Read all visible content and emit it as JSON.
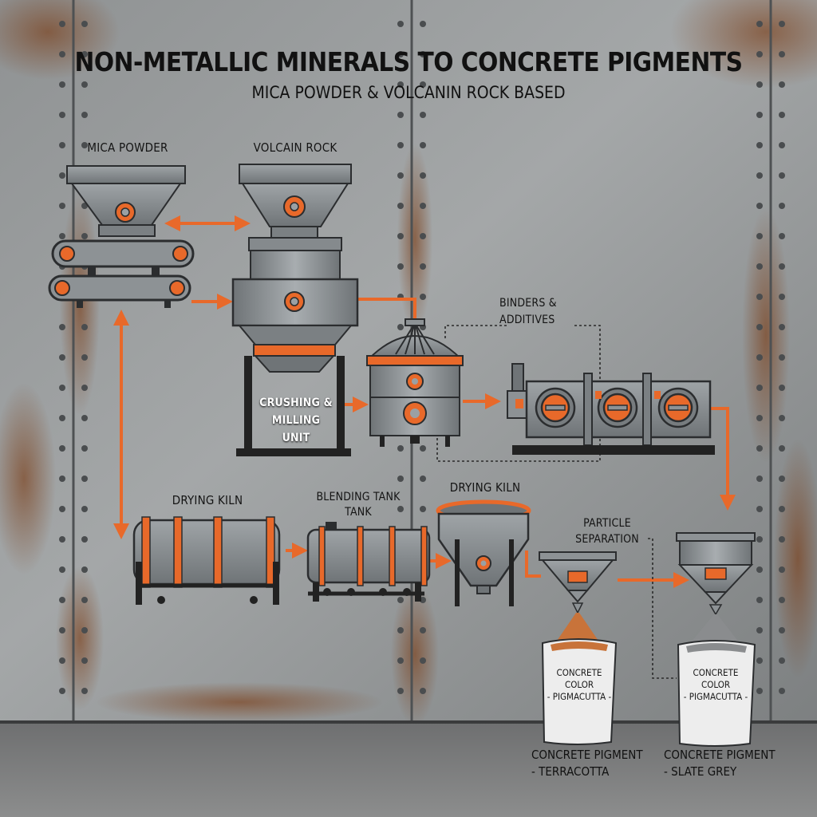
{
  "title": "NON-METALLIC MINERALS TO CONCRETE PIGMENTS",
  "subtitle": "MICA POWDER & VOLCANIN ROCK BASED",
  "labels": {
    "mica_powder": "MICA POWDER",
    "volcanic_rock": "VOLCAIN ROCK",
    "crushing": "CRUSHING &\nMILLING\nUNIT",
    "binders": "BINDERS &\nADDITIVES",
    "drying_kiln_1": "DRYING KILN",
    "blending_tank": "BLENDING TANK\nTANK",
    "drying_kiln_2": "DRYING KILN",
    "particle_separation": "PARTICLE\nSEPARATION"
  },
  "bags": [
    {
      "text": "CONCRETE\nCOLOR\n- PIGMACUTTA -",
      "output": "CONCRETE PIGMENT\n- TERRACOTTA"
    },
    {
      "text": "CONCRETE\nCOLOR\n- PIGMACUTTA -",
      "output": "CONCRETE PIGMENT\n- SLATE GREY"
    }
  ],
  "colors": {
    "accent": "#e8692a",
    "steel": "#8e9396",
    "dark": "#2b2d2f",
    "terracotta": "#c8733a",
    "slate": "#8a8c8e"
  }
}
